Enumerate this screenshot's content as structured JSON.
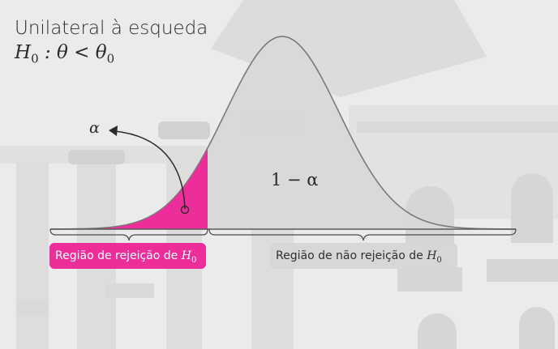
{
  "title": "Unilateral à esqueda",
  "hypothesis": {
    "lhs": "H",
    "sub": "0",
    "rest": ": θ < θ",
    "sub2": "0"
  },
  "alpha_label": "α",
  "complement_label": "1 − α",
  "regions": {
    "rejection": {
      "text": "Região de rejeição de ",
      "symbol": "H",
      "sub": "0"
    },
    "non_rejection": {
      "text": "Região de não rejeição de ",
      "symbol": "H",
      "sub": "0"
    }
  },
  "colors": {
    "rejection_fill": "#ec2d9a",
    "curve_fill": "#d8d8d8",
    "curve_stroke": "#7a7a7a",
    "accept_badge": "#d7d7d7"
  }
}
